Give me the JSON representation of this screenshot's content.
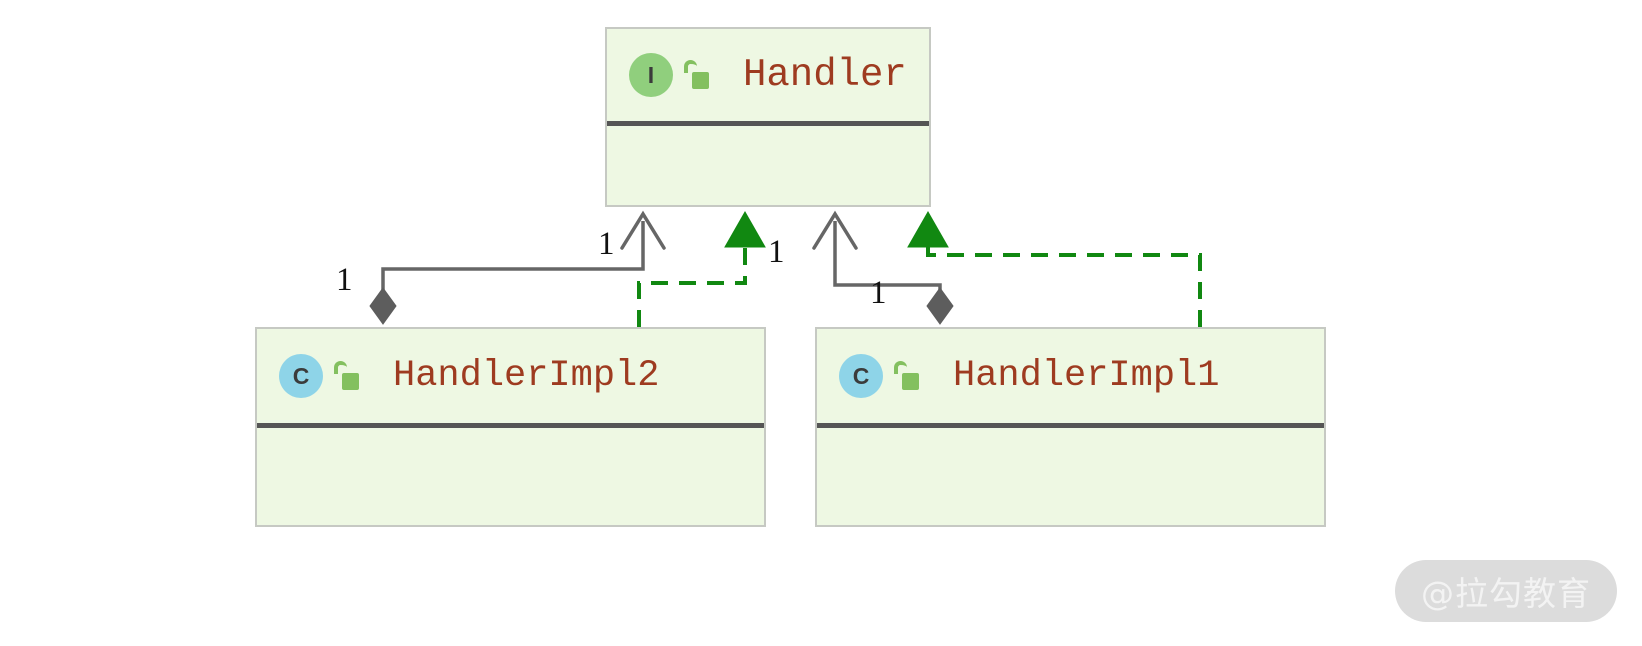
{
  "diagram": {
    "kind": "uml-class-diagram",
    "background_color": "#ffffff",
    "box_fill_color": "#eef8e3",
    "box_border_color": "#c6c9c3",
    "title_color": "#9e3b20",
    "divider_color": "#555555",
    "association_color": "#666666",
    "realization_color": "#118811"
  },
  "nodes": [
    {
      "id": "handler",
      "name": "Handler",
      "stereotype_letter": "I",
      "stereotype_kind": "interface",
      "stereotype_color": "#90cf7d",
      "visibility_icon": "unlock-icon",
      "visibility_color": "#83c05f"
    },
    {
      "id": "handler_impl2",
      "name": "HandlerImpl2",
      "stereotype_letter": "C",
      "stereotype_kind": "class",
      "stereotype_color": "#8ed4e8",
      "visibility_icon": "unlock-icon",
      "visibility_color": "#83c05f"
    },
    {
      "id": "handler_impl1",
      "name": "HandlerImpl1",
      "stereotype_letter": "C",
      "stereotype_kind": "class",
      "stereotype_color": "#8ed4e8",
      "visibility_icon": "unlock-icon",
      "visibility_color": "#83c05f"
    }
  ],
  "edges": [
    {
      "id": "assoc-impl2-handler",
      "type": "aggregation",
      "from": "handler_impl2",
      "to": "handler",
      "style": "solid",
      "color": "#666666",
      "source_multiplicity": "1",
      "target_multiplicity": "1"
    },
    {
      "id": "realize-impl2-handler",
      "type": "realization",
      "from": "handler_impl2",
      "to": "handler",
      "style": "dashed",
      "color": "#118811"
    },
    {
      "id": "assoc-impl1-handler",
      "type": "aggregation",
      "from": "handler_impl1",
      "to": "handler",
      "style": "solid",
      "color": "#666666",
      "source_multiplicity": "1",
      "target_multiplicity": "1"
    },
    {
      "id": "realize-impl1-handler",
      "type": "realization",
      "from": "handler_impl1",
      "to": "handler",
      "style": "dashed",
      "color": "#118811"
    }
  ],
  "multiplicity_labels": {
    "impl2_source": "1",
    "impl2_target": "1",
    "impl1_source": "1",
    "impl1_target": "1"
  },
  "watermark": {
    "text": "@拉勾教育",
    "pill_color": "#dcdcdc",
    "text_color": "#f3f3f3"
  }
}
